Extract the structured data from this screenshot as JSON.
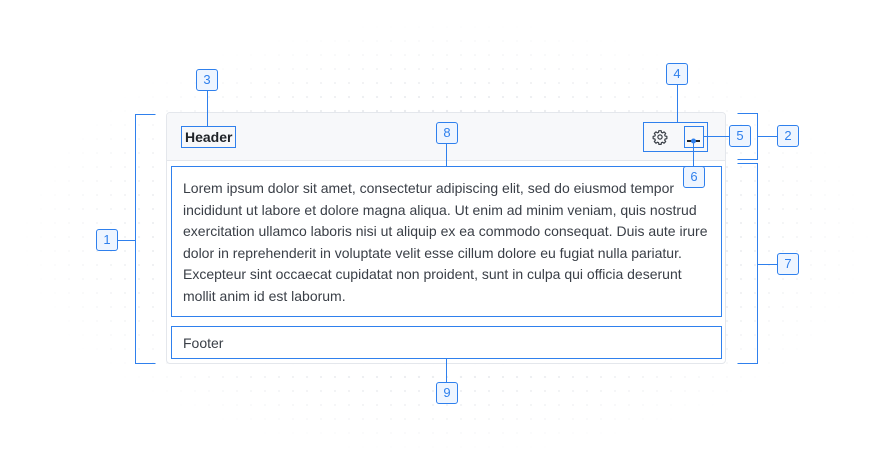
{
  "card": {
    "header_title": "Header",
    "body_text": "Lorem ipsum dolor sit amet, consectetur adipiscing elit, sed do eiusmod tempor incididunt ut labore et dolore magna aliqua. Ut enim ad minim veniam, quis nostrud exercitation ullamco laboris nisi ut aliquip ex ea commodo consequat. Duis aute irure dolor in reprehenderit in voluptate velit esse cillum dolore eu fugiat nulla pariatur. Excepteur sint occaecat cupidatat non proident, sunt in culpa qui officia deserunt mollit anim id est laborum.",
    "footer_text": "Footer",
    "icons": [
      "gear-icon",
      "minimize-icon"
    ]
  },
  "callouts": [
    "1",
    "2",
    "3",
    "4",
    "5",
    "6",
    "7",
    "8",
    "9"
  ],
  "colors": {
    "accent": "#2f80ed",
    "border": "#e4e7ec",
    "header_bg": "#f7f8fa",
    "text": "#3a3f47"
  }
}
